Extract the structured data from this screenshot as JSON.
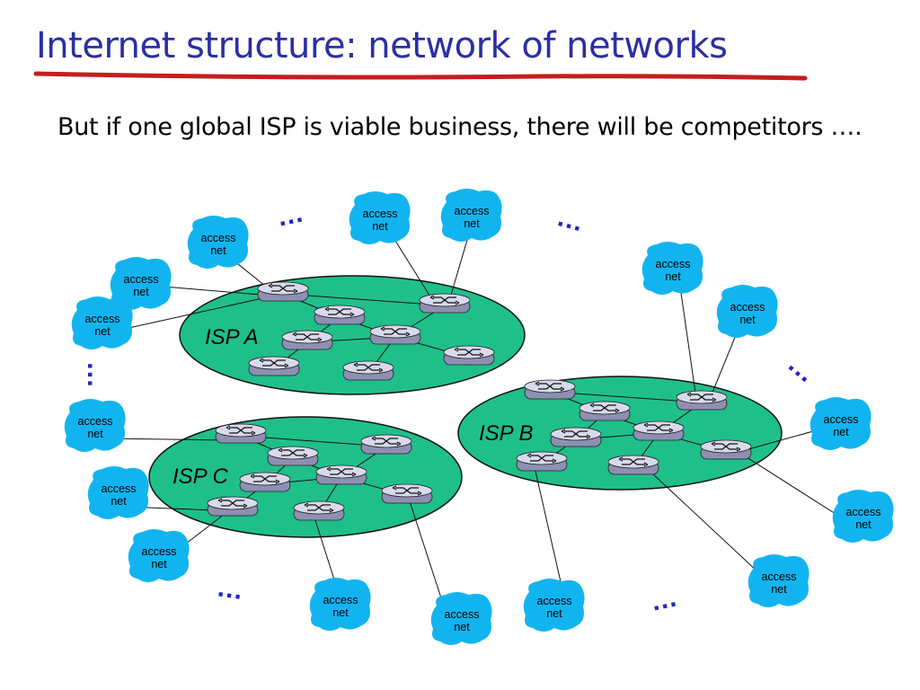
{
  "slide": {
    "title": "Internet structure: network of networks",
    "subtitle": "But if one global ISP is viable business, there will be competitors …."
  },
  "colors": {
    "title": "#2a2fa5",
    "underline": "#c41e1e",
    "isp_fill": "#1fbf8a",
    "access_net_fill": "#12b4f0",
    "dots": "#1f24c8"
  },
  "diagram": {
    "access_net_label_line1": "access",
    "access_net_label_line2": "net",
    "isps": [
      {
        "id": "isp-a",
        "label": "ISP A"
      },
      {
        "id": "isp-b",
        "label": "ISP B"
      },
      {
        "id": "isp-c",
        "label": "ISP C"
      }
    ],
    "ellipsis": "…"
  }
}
